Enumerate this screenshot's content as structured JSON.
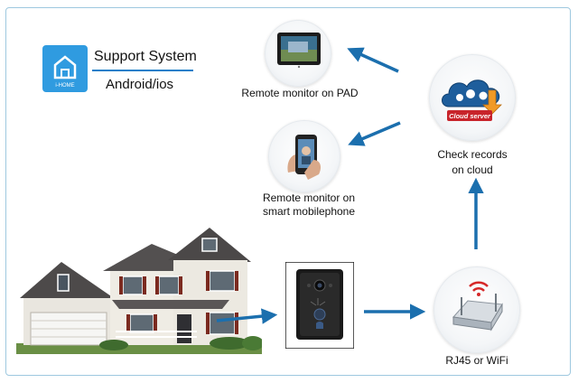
{
  "support": {
    "icon": "home-app-icon",
    "icon_text": "i-HOME",
    "title": "Support System",
    "subtitle": "Android/ios"
  },
  "nodes": {
    "pad": {
      "label": "Remote monitor on PAD",
      "icon": "tablet-icon"
    },
    "phone": {
      "label_line1": "Remote monitor on",
      "label_line2": "smart mobilephone",
      "icon": "smartphone-icon"
    },
    "cloud": {
      "label_line1": "Check records",
      "label_line2": "on cloud",
      "icon": "cloud-server-icon",
      "badge": "Cloud server"
    },
    "router": {
      "label": "RJ45 or WiFi",
      "icon": "router-icon"
    },
    "doorbell": {
      "icon": "video-doorbell-icon"
    },
    "house": {
      "icon": "house-icon"
    }
  },
  "colors": {
    "arrow": "#1b6fae",
    "frame": "#9ec8df",
    "accent": "#2f9be0",
    "badge": "#c8242b"
  }
}
